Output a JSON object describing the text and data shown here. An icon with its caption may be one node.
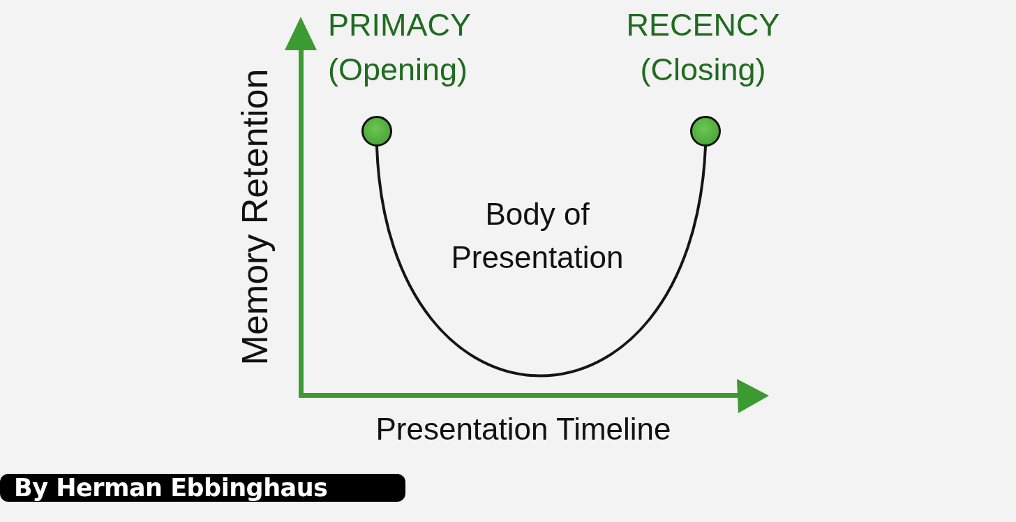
{
  "diagram": {
    "nodes": [
      {
        "text": [],
        "shape": "circle",
        "beside": [
          "PRIMACY",
          "(Opening)"
        ]
      },
      {
        "text": [],
        "shape": "circle",
        "beside": [
          "RECENCY",
          "(Closing)"
        ]
      },
      {
        "text": [
          "By Herman Ebbinghaus"
        ]
      }
    ],
    "edges": [
      {
        "from": 0,
        "to": 1,
        "arrow": "none"
      }
    ],
    "labels": [
      "Body of Presentation",
      "Memory Retention",
      "Presentation Timeline"
    ]
  }
}
